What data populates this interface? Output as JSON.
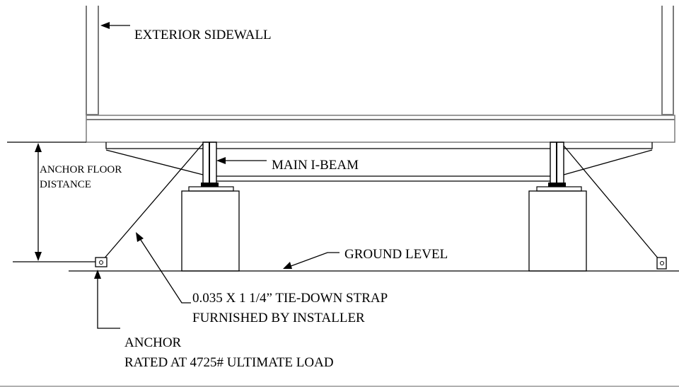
{
  "labels": {
    "exterior_sidewall": "EXTERIOR SIDEWALL",
    "main_ibeam": "MAIN I-BEAM",
    "anchor_floor_distance_1": "ANCHOR FLOOR",
    "anchor_floor_distance_2": "DISTANCE",
    "ground_level": "GROUND LEVEL",
    "strap_1": "0.035 X 1 1/4” TIE-DOWN STRAP",
    "strap_2": "FURNISHED BY INSTALLER",
    "anchor_1": "ANCHOR",
    "anchor_2": "RATED AT 4725# ULTIMATE LOAD"
  }
}
